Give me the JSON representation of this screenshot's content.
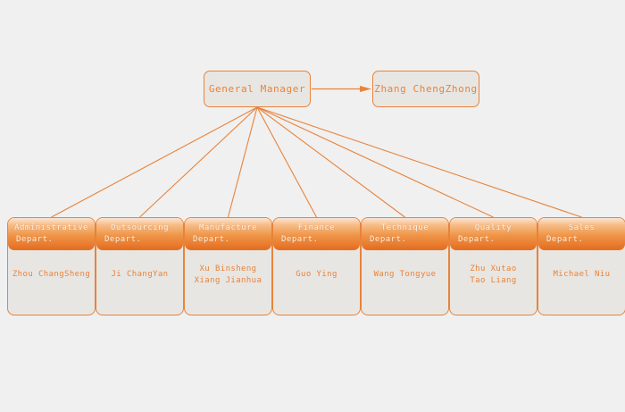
{
  "theme": {
    "background": "#f0f0f0",
    "accent": "#e8833a",
    "box_fill": "#e8e6e3",
    "header_text": "#fdf3e8",
    "line_color": "#e8833a"
  },
  "top_nodes": {
    "general_manager": {
      "label": "General Manager"
    },
    "assistant": {
      "label": "Zhang ChengZhong"
    }
  },
  "connector": {
    "arrow_name": "arrow-right"
  },
  "departments": [
    {
      "name": "Administrative",
      "suffix": "Depart.",
      "members": [
        "Zhou ChangSheng"
      ]
    },
    {
      "name": "Outsourcing",
      "suffix": "Depart.",
      "members": [
        "Ji ChangYan"
      ]
    },
    {
      "name": "Manufacture",
      "suffix": "Depart.",
      "members": [
        "Xu Binsheng",
        "Xiang Jianhua"
      ]
    },
    {
      "name": "Finance",
      "suffix": "Depart.",
      "members": [
        "Guo Ying"
      ]
    },
    {
      "name": "Technique",
      "suffix": "Depart.",
      "members": [
        "Wang Tongyue"
      ]
    },
    {
      "name": "Quality",
      "suffix": "Depart.",
      "members": [
        "Zhu Xutao",
        "Tao Liang"
      ]
    },
    {
      "name": "Sales",
      "suffix": "Depart.",
      "members": [
        "Michael Niu"
      ]
    }
  ]
}
